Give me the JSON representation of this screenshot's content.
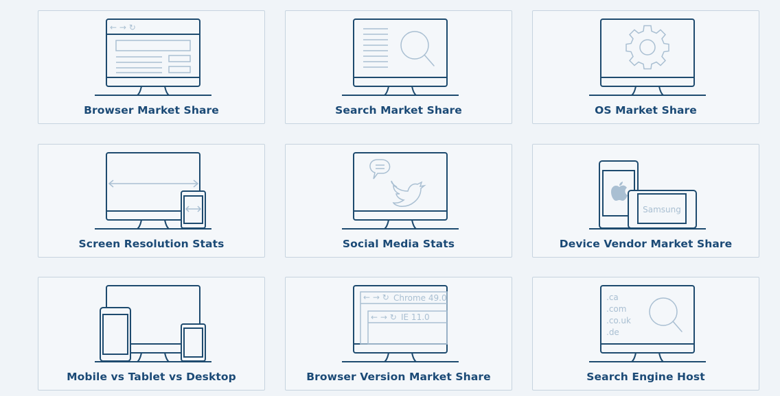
{
  "cards": [
    {
      "label": "Browser Market Share"
    },
    {
      "label": "Search Market Share"
    },
    {
      "label": "OS Market Share"
    },
    {
      "label": "Screen Resolution Stats"
    },
    {
      "label": "Social Media Stats"
    },
    {
      "label": "Device Vendor Market Share"
    },
    {
      "label": "Mobile vs Tablet vs Desktop"
    },
    {
      "label": "Browser Version Market Share"
    },
    {
      "label": "Search Engine Host"
    }
  ],
  "illustrations": {
    "device_vendor_tablet_text": "Samsung",
    "browser_version_tabs": [
      "Chrome 49.0",
      "IE 11.0"
    ],
    "search_host_domains": [
      ".ca",
      ".com",
      ".co.uk",
      ".de"
    ]
  },
  "colors": {
    "background": "#f0f4f8",
    "card_border": "#c6d3df",
    "label": "#1b4a76",
    "icon_dark": "#1d4a6e",
    "icon_light": "#a9bfd2"
  }
}
